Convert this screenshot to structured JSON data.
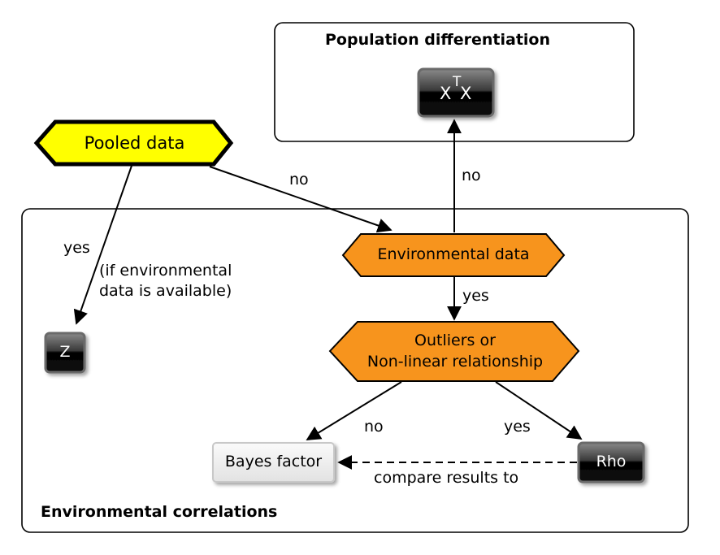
{
  "regions": {
    "population_title": "Population differentiation",
    "environmental_title": "Environmental correlations"
  },
  "nodes": {
    "pooled": "Pooled data",
    "environmental": "Environmental data",
    "outliers_line1": "Outliers or",
    "outliers_line2": "Non-linear relationship",
    "bayes": "Bayes factor",
    "rho": "Rho",
    "z": "Z",
    "xtx_x1": "X",
    "xtx_t": "T",
    "xtx_x2": "X"
  },
  "edges": {
    "pooled_to_env": "no",
    "pooled_to_z": "yes",
    "pooled_to_z_note_line1": "(if environmental",
    "pooled_to_z_note_line2": "data is available)",
    "env_to_xtx": "no",
    "env_to_outliers": "yes",
    "outliers_to_bayes": "no",
    "outliers_to_rho": "yes",
    "rho_to_bayes": "compare results to"
  },
  "colors": {
    "pooled_fill": "#ffff00",
    "env_fill": "#f7941d",
    "button_dark": "#1a1a1a",
    "bayes_fill": "#eeeeee"
  }
}
